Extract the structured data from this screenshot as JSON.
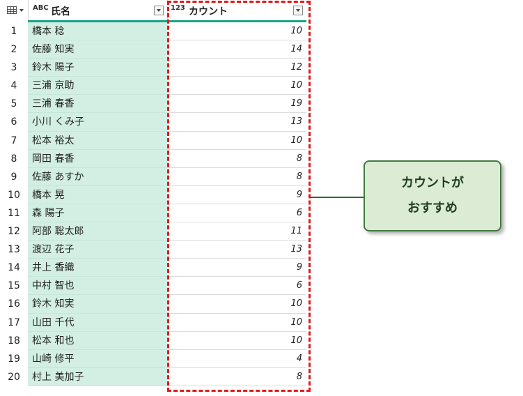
{
  "header": {
    "name_type_icon": "ABC",
    "name_label": "氏名",
    "count_type_icon": "123",
    "count_label": "カウント"
  },
  "rows": [
    {
      "index": "1",
      "name": "橋本 稔",
      "count": "10"
    },
    {
      "index": "2",
      "name": "佐藤 知実",
      "count": "14"
    },
    {
      "index": "3",
      "name": "鈴木 陽子",
      "count": "12"
    },
    {
      "index": "4",
      "name": "三浦 京助",
      "count": "10"
    },
    {
      "index": "5",
      "name": "三浦 春香",
      "count": "19"
    },
    {
      "index": "6",
      "name": "小川 くみ子",
      "count": "13"
    },
    {
      "index": "7",
      "name": "松本 裕太",
      "count": "10"
    },
    {
      "index": "8",
      "name": "岡田 春香",
      "count": "8"
    },
    {
      "index": "9",
      "name": "佐藤 あすか",
      "count": "8"
    },
    {
      "index": "10",
      "name": "橋本 晃",
      "count": "9"
    },
    {
      "index": "11",
      "name": "森 陽子",
      "count": "6"
    },
    {
      "index": "12",
      "name": "阿部 聡太郎",
      "count": "11"
    },
    {
      "index": "13",
      "name": "渡辺 花子",
      "count": "13"
    },
    {
      "index": "14",
      "name": "井上 香織",
      "count": "9"
    },
    {
      "index": "15",
      "name": "中村 智也",
      "count": "6"
    },
    {
      "index": "16",
      "name": "鈴木 知実",
      "count": "10"
    },
    {
      "index": "17",
      "name": "山田 千代",
      "count": "10"
    },
    {
      "index": "18",
      "name": "松本 和也",
      "count": "10"
    },
    {
      "index": "19",
      "name": "山崎 修平",
      "count": "4"
    },
    {
      "index": "20",
      "name": "村上 美加子",
      "count": "8"
    }
  ],
  "callout": {
    "line1": "カウントが",
    "line2": "おすすめ"
  },
  "colors": {
    "name_column_bg": "#d3efe4",
    "header_accent": "#17a589",
    "highlight_frame": "#e01919",
    "callout_bg": "#dcebd3",
    "callout_border": "#3f7a3f"
  }
}
